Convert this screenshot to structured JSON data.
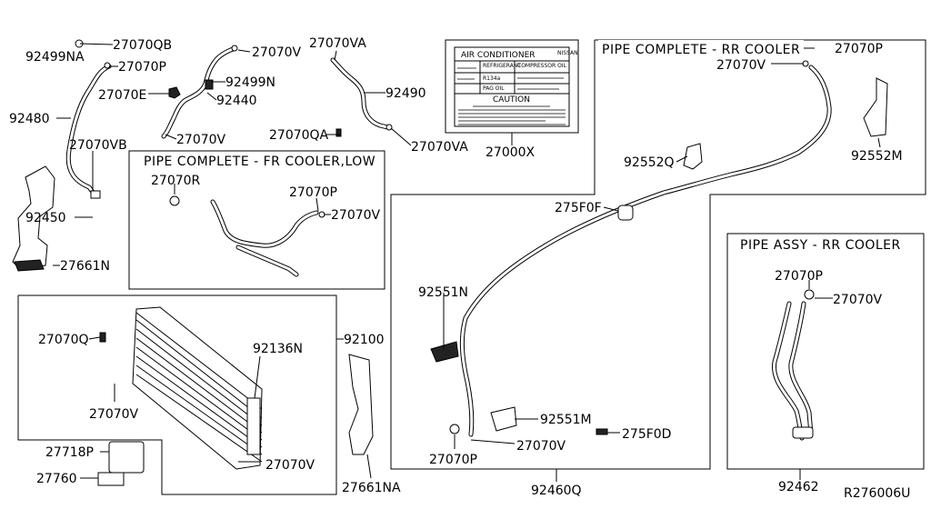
{
  "diagram": {
    "ref_code": "R276006U",
    "sections": {
      "fr_cooler": "PIPE COMPLETE - FR COOLER,LOW",
      "rr_cooler": "PIPE COMPLETE - RR COOLER",
      "rr_pipe_assy": "PIPE ASSY - RR COOLER"
    },
    "label": {
      "title": "AIR CONDITIONER",
      "brand": "NISSAN",
      "caution": "CAUTION",
      "col1": "REFRIGERANT",
      "col2": "COMPRESSOR OIL",
      "row1": "R134a",
      "row2": "PAG OIL"
    },
    "parts": {
      "p27070QB": "27070QB",
      "p92499NA": "92499NA",
      "p27070P_a": "27070P",
      "p27070E": "27070E",
      "p92480": "92480",
      "p27070VB": "27070VB",
      "p92450": "92450",
      "p27661N": "27661N",
      "p27070V_a": "27070V",
      "p92499N": "92499N",
      "p92440": "92440",
      "p27070V_b": "27070V",
      "p27070VA_a": "27070VA",
      "p92490": "92490",
      "p27070QA": "27070QA",
      "p27070VA_b": "27070VA",
      "p27000X": "27000X",
      "p27070R": "27070R",
      "p27070P_b": "27070P",
      "p27070V_c": "27070V",
      "p27070P_c": "27070P",
      "p27070V_d": "27070V",
      "p92552Q": "92552Q",
      "p92552M": "92552M",
      "p275F0F": "275F0F",
      "p92551N": "92551N",
      "p92551M": "92551M",
      "p275F0D": "275F0D",
      "p27070V_e": "27070V",
      "p27070P_d": "27070P",
      "p92460Q": "92460Q",
      "p27070P_e": "27070P",
      "p27070V_f": "27070V",
      "p92462": "92462",
      "p27070Q": "27070Q",
      "p92100": "92100",
      "p92136N": "92136N",
      "p27070V_g": "27070V",
      "p27718P": "27718P",
      "p27760": "27760",
      "p27070V_h": "27070V",
      "p27661NA": "27661NA"
    }
  }
}
